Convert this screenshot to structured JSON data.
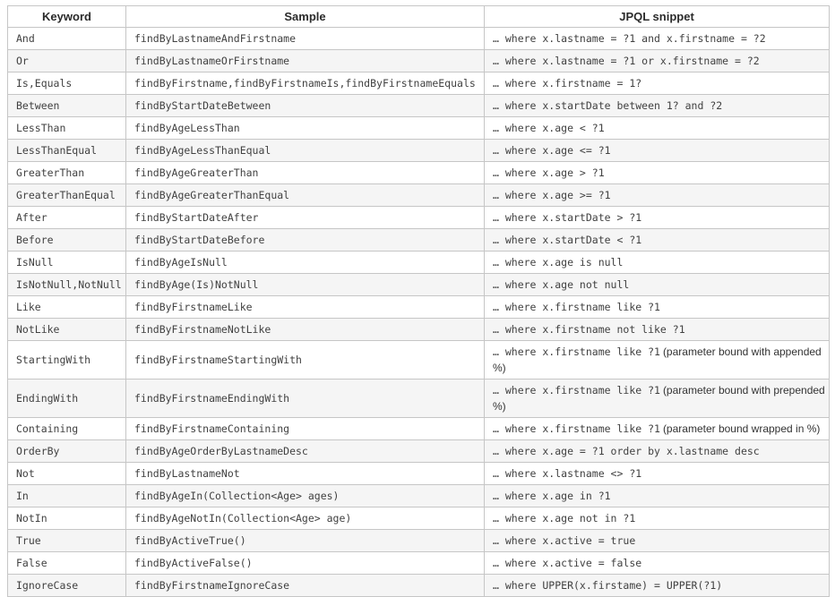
{
  "table": {
    "headers": [
      {
        "label": "Keyword"
      },
      {
        "label": "Sample"
      },
      {
        "label": "JPQL snippet"
      }
    ],
    "colors": {
      "border": "#c6c6c6",
      "stripe_row_bg": "#f5f5f5",
      "plain_row_bg": "#ffffff",
      "header_text": "#2b2b2b",
      "code_text": "#414141",
      "note_text": "#333333"
    },
    "rows": [
      {
        "keyword": "And",
        "sample": "findByLastnameAndFirstname",
        "snippet": "… where x.lastname = ?1 and x.firstname = ?2",
        "note": ""
      },
      {
        "keyword": "Or",
        "sample": "findByLastnameOrFirstname",
        "snippet": "… where x.lastname = ?1 or x.firstname = ?2",
        "note": ""
      },
      {
        "keyword": "Is,Equals",
        "sample": "findByFirstname,findByFirstnameIs,findByFirstnameEquals",
        "snippet": "… where x.firstname = 1?",
        "note": ""
      },
      {
        "keyword": "Between",
        "sample": "findByStartDateBetween",
        "snippet": "… where x.startDate between 1? and ?2",
        "note": ""
      },
      {
        "keyword": "LessThan",
        "sample": "findByAgeLessThan",
        "snippet": "… where x.age < ?1",
        "note": ""
      },
      {
        "keyword": "LessThanEqual",
        "sample": "findByAgeLessThanEqual",
        "snippet": "… where x.age <= ?1",
        "note": ""
      },
      {
        "keyword": "GreaterThan",
        "sample": "findByAgeGreaterThan",
        "snippet": "… where x.age > ?1",
        "note": ""
      },
      {
        "keyword": "GreaterThanEqual",
        "sample": "findByAgeGreaterThanEqual",
        "snippet": "… where x.age >= ?1",
        "note": ""
      },
      {
        "keyword": "After",
        "sample": "findByStartDateAfter",
        "snippet": "… where x.startDate > ?1",
        "note": ""
      },
      {
        "keyword": "Before",
        "sample": "findByStartDateBefore",
        "snippet": "… where x.startDate < ?1",
        "note": ""
      },
      {
        "keyword": "IsNull",
        "sample": "findByAgeIsNull",
        "snippet": "… where x.age is null",
        "note": ""
      },
      {
        "keyword": "IsNotNull,NotNull",
        "sample": "findByAge(Is)NotNull",
        "snippet": "… where x.age not null",
        "note": ""
      },
      {
        "keyword": "Like",
        "sample": "findByFirstnameLike",
        "snippet": "… where x.firstname like ?1",
        "note": ""
      },
      {
        "keyword": "NotLike",
        "sample": "findByFirstnameNotLike",
        "snippet": "… where x.firstname not like ?1",
        "note": ""
      },
      {
        "keyword": "StartingWith",
        "sample": "findByFirstnameStartingWith",
        "snippet": "… where x.firstname like ?1",
        "note": "(parameter bound with appended %)"
      },
      {
        "keyword": "EndingWith",
        "sample": "findByFirstnameEndingWith",
        "snippet": "… where x.firstname like ?1",
        "note": "(parameter bound with prepended %)"
      },
      {
        "keyword": "Containing",
        "sample": "findByFirstnameContaining",
        "snippet": "… where x.firstname like ?1",
        "note": "(parameter bound wrapped in %)"
      },
      {
        "keyword": "OrderBy",
        "sample": "findByAgeOrderByLastnameDesc",
        "snippet": "… where x.age = ?1 order by x.lastname desc",
        "note": ""
      },
      {
        "keyword": "Not",
        "sample": "findByLastnameNot",
        "snippet": "… where x.lastname <> ?1",
        "note": ""
      },
      {
        "keyword": "In",
        "sample": "findByAgeIn(Collection<Age> ages)",
        "snippet": "… where x.age in ?1",
        "note": ""
      },
      {
        "keyword": "NotIn",
        "sample": "findByAgeNotIn(Collection<Age> age)",
        "snippet": "… where x.age not in ?1",
        "note": ""
      },
      {
        "keyword": "True",
        "sample": "findByActiveTrue()",
        "snippet": "… where x.active = true",
        "note": ""
      },
      {
        "keyword": "False",
        "sample": "findByActiveFalse()",
        "snippet": "… where x.active = false",
        "note": ""
      },
      {
        "keyword": "IgnoreCase",
        "sample": "findByFirstnameIgnoreCase",
        "snippet": "… where UPPER(x.firstame) = UPPER(?1)",
        "note": ""
      }
    ]
  }
}
